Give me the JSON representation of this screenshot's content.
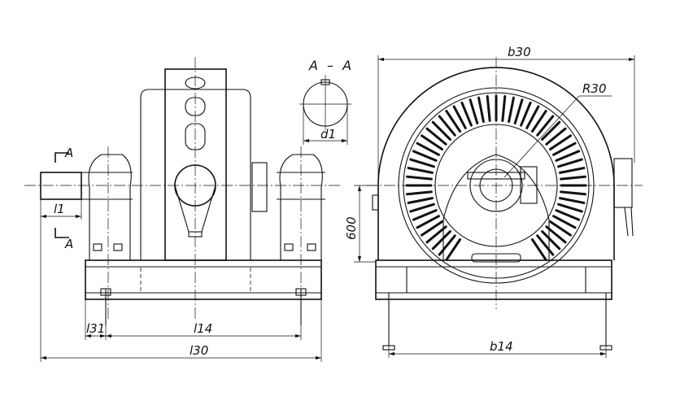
{
  "section": {
    "title": "A – A",
    "cut_label_top": "A",
    "cut_label_bottom": "A",
    "diameter": "d1"
  },
  "dimensions": {
    "l1": "l1",
    "l31": "l31",
    "l14": "l14",
    "l30": "l30",
    "b30": "b30",
    "b14": "b14",
    "R30": "R30",
    "height": "600"
  }
}
